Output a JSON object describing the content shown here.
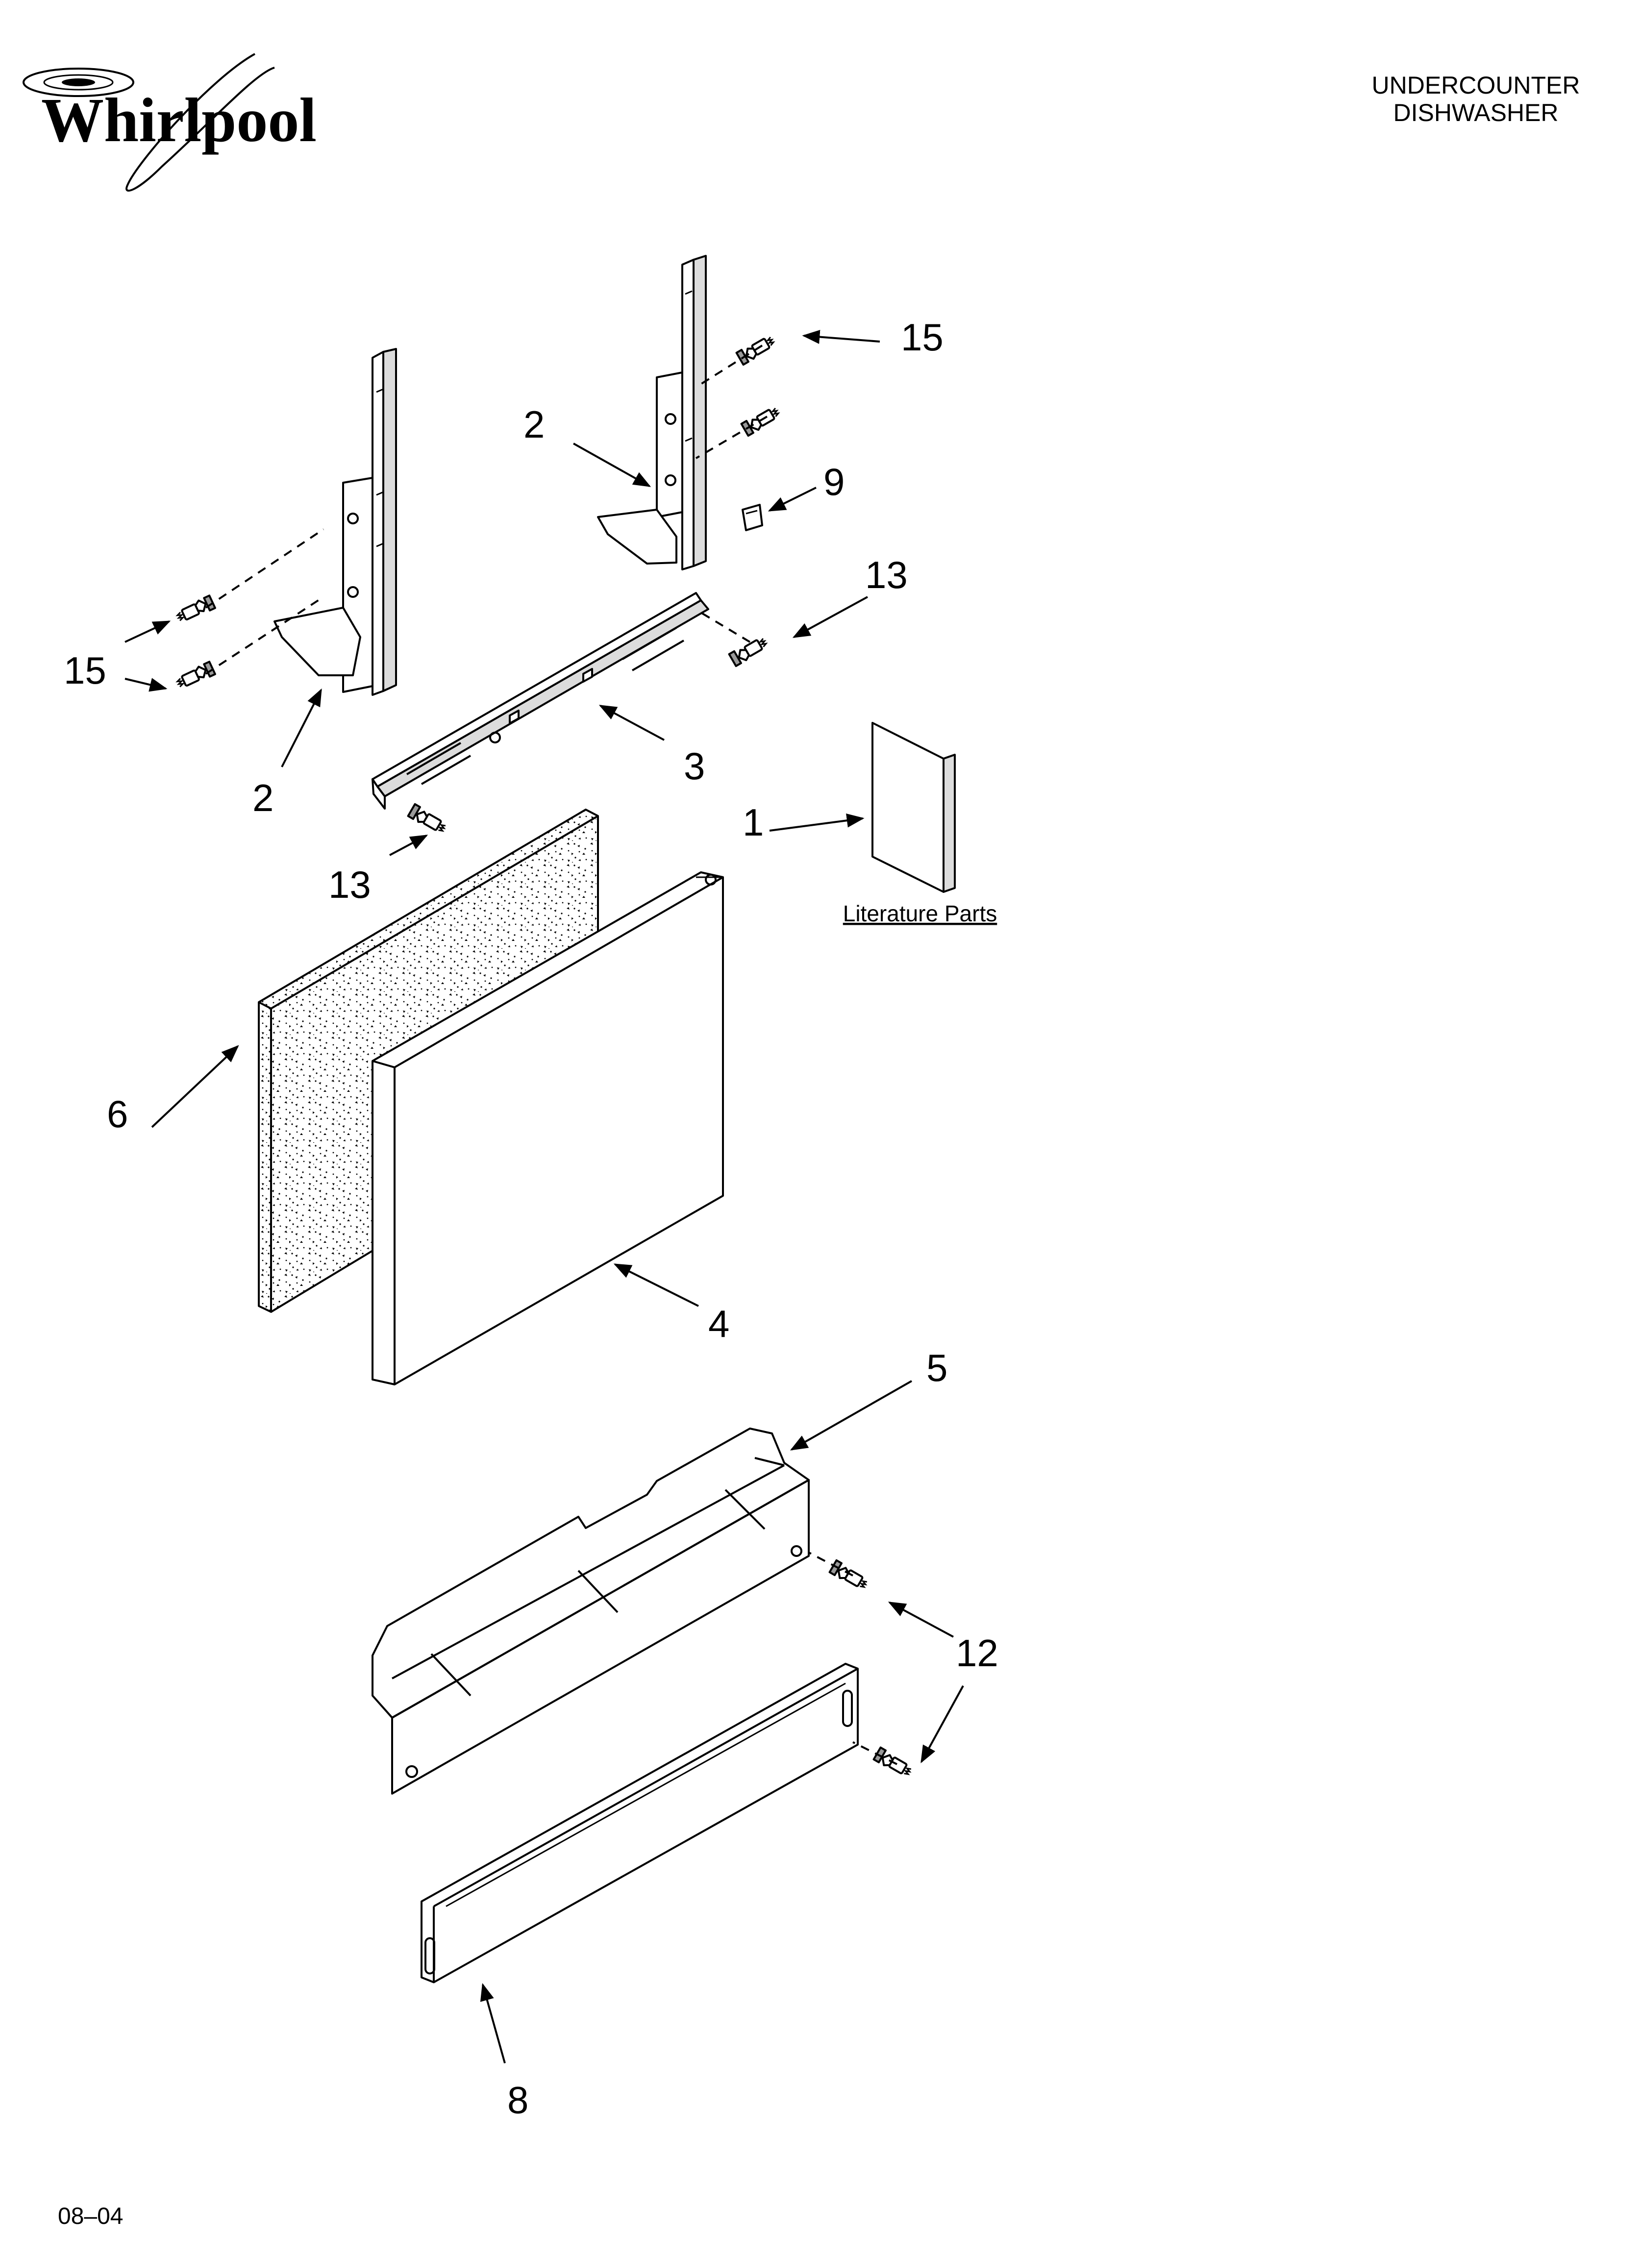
{
  "brand": {
    "name": "Whirlpool"
  },
  "header": {
    "title_line1": "UNDERCOUNTER",
    "title_line2": "DISHWASHER"
  },
  "literature": {
    "label": "Literature Parts"
  },
  "callouts": {
    "c15_top": "15",
    "c2_top": "2",
    "c9": "9",
    "c13_right": "13",
    "c15_left": "15",
    "c2_left": "2",
    "c3": "3",
    "c1": "1",
    "c13_left": "13",
    "c6": "6",
    "c4": "4",
    "c5": "5",
    "c12": "12",
    "c8": "8"
  },
  "footer": {
    "code": "08–04"
  }
}
